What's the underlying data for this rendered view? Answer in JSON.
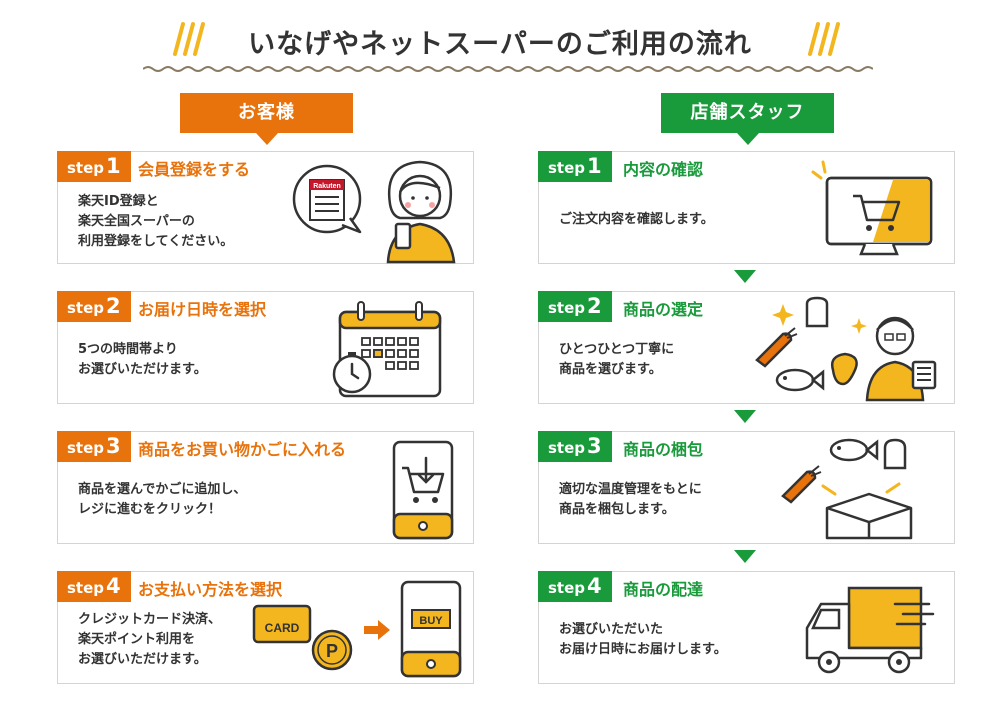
{
  "title": "いなげやネットスーパーのご利用の流れ",
  "columns": {
    "customer": "お客様",
    "staff": "店舗スタッフ"
  },
  "step_word": "step",
  "customer_steps": [
    {
      "num": "1",
      "title": "会員登録をする",
      "lines": [
        "楽天ID登録と",
        "楽天全国スーパーの",
        "利用登録をしてください。"
      ],
      "logo": "Rakuten"
    },
    {
      "num": "2",
      "title": "お届け日時を選択",
      "lines": [
        "5つの時間帯より",
        "お選びいただけます。"
      ]
    },
    {
      "num": "3",
      "title": "商品をお買い物かごに入れる",
      "lines": [
        "商品を選んでかごに追加し、",
        "レジに進むをクリック！"
      ]
    },
    {
      "num": "4",
      "title": "お支払い方法を選択",
      "lines": [
        "クレジットカード決済、",
        "楽天ポイント利用を",
        "お選びいただけます。"
      ],
      "card_label": "CARD",
      "point_label": "P",
      "buy_label": "BUY"
    }
  ],
  "staff_steps": [
    {
      "num": "1",
      "title": "内容の確認",
      "lines": [
        "ご注文内容を確認します。"
      ]
    },
    {
      "num": "2",
      "title": "商品の選定",
      "lines": [
        "ひとつひとつ丁寧に",
        "商品を選びます。"
      ]
    },
    {
      "num": "3",
      "title": "商品の梱包",
      "lines": [
        "適切な温度管理をもとに",
        "商品を梱包します。"
      ]
    },
    {
      "num": "4",
      "title": "商品の配達",
      "lines": [
        "お選びいただいた",
        "お届け日時にお届けします。"
      ]
    }
  ],
  "colors": {
    "orange": "#e8730c",
    "green": "#199a3b",
    "yellow": "#f3b61f",
    "line": "#333333"
  },
  "icons": [
    "rakuten-form-icon",
    "woman-smartphone-icon",
    "calendar-clock-icon",
    "phone-cart-icon",
    "credit-card-icon",
    "point-coin-icon",
    "arrow-right-icon",
    "phone-buy-icon",
    "monitor-cart-icon",
    "staff-groceries-icon",
    "groceries-box-icon",
    "delivery-truck-icon"
  ]
}
